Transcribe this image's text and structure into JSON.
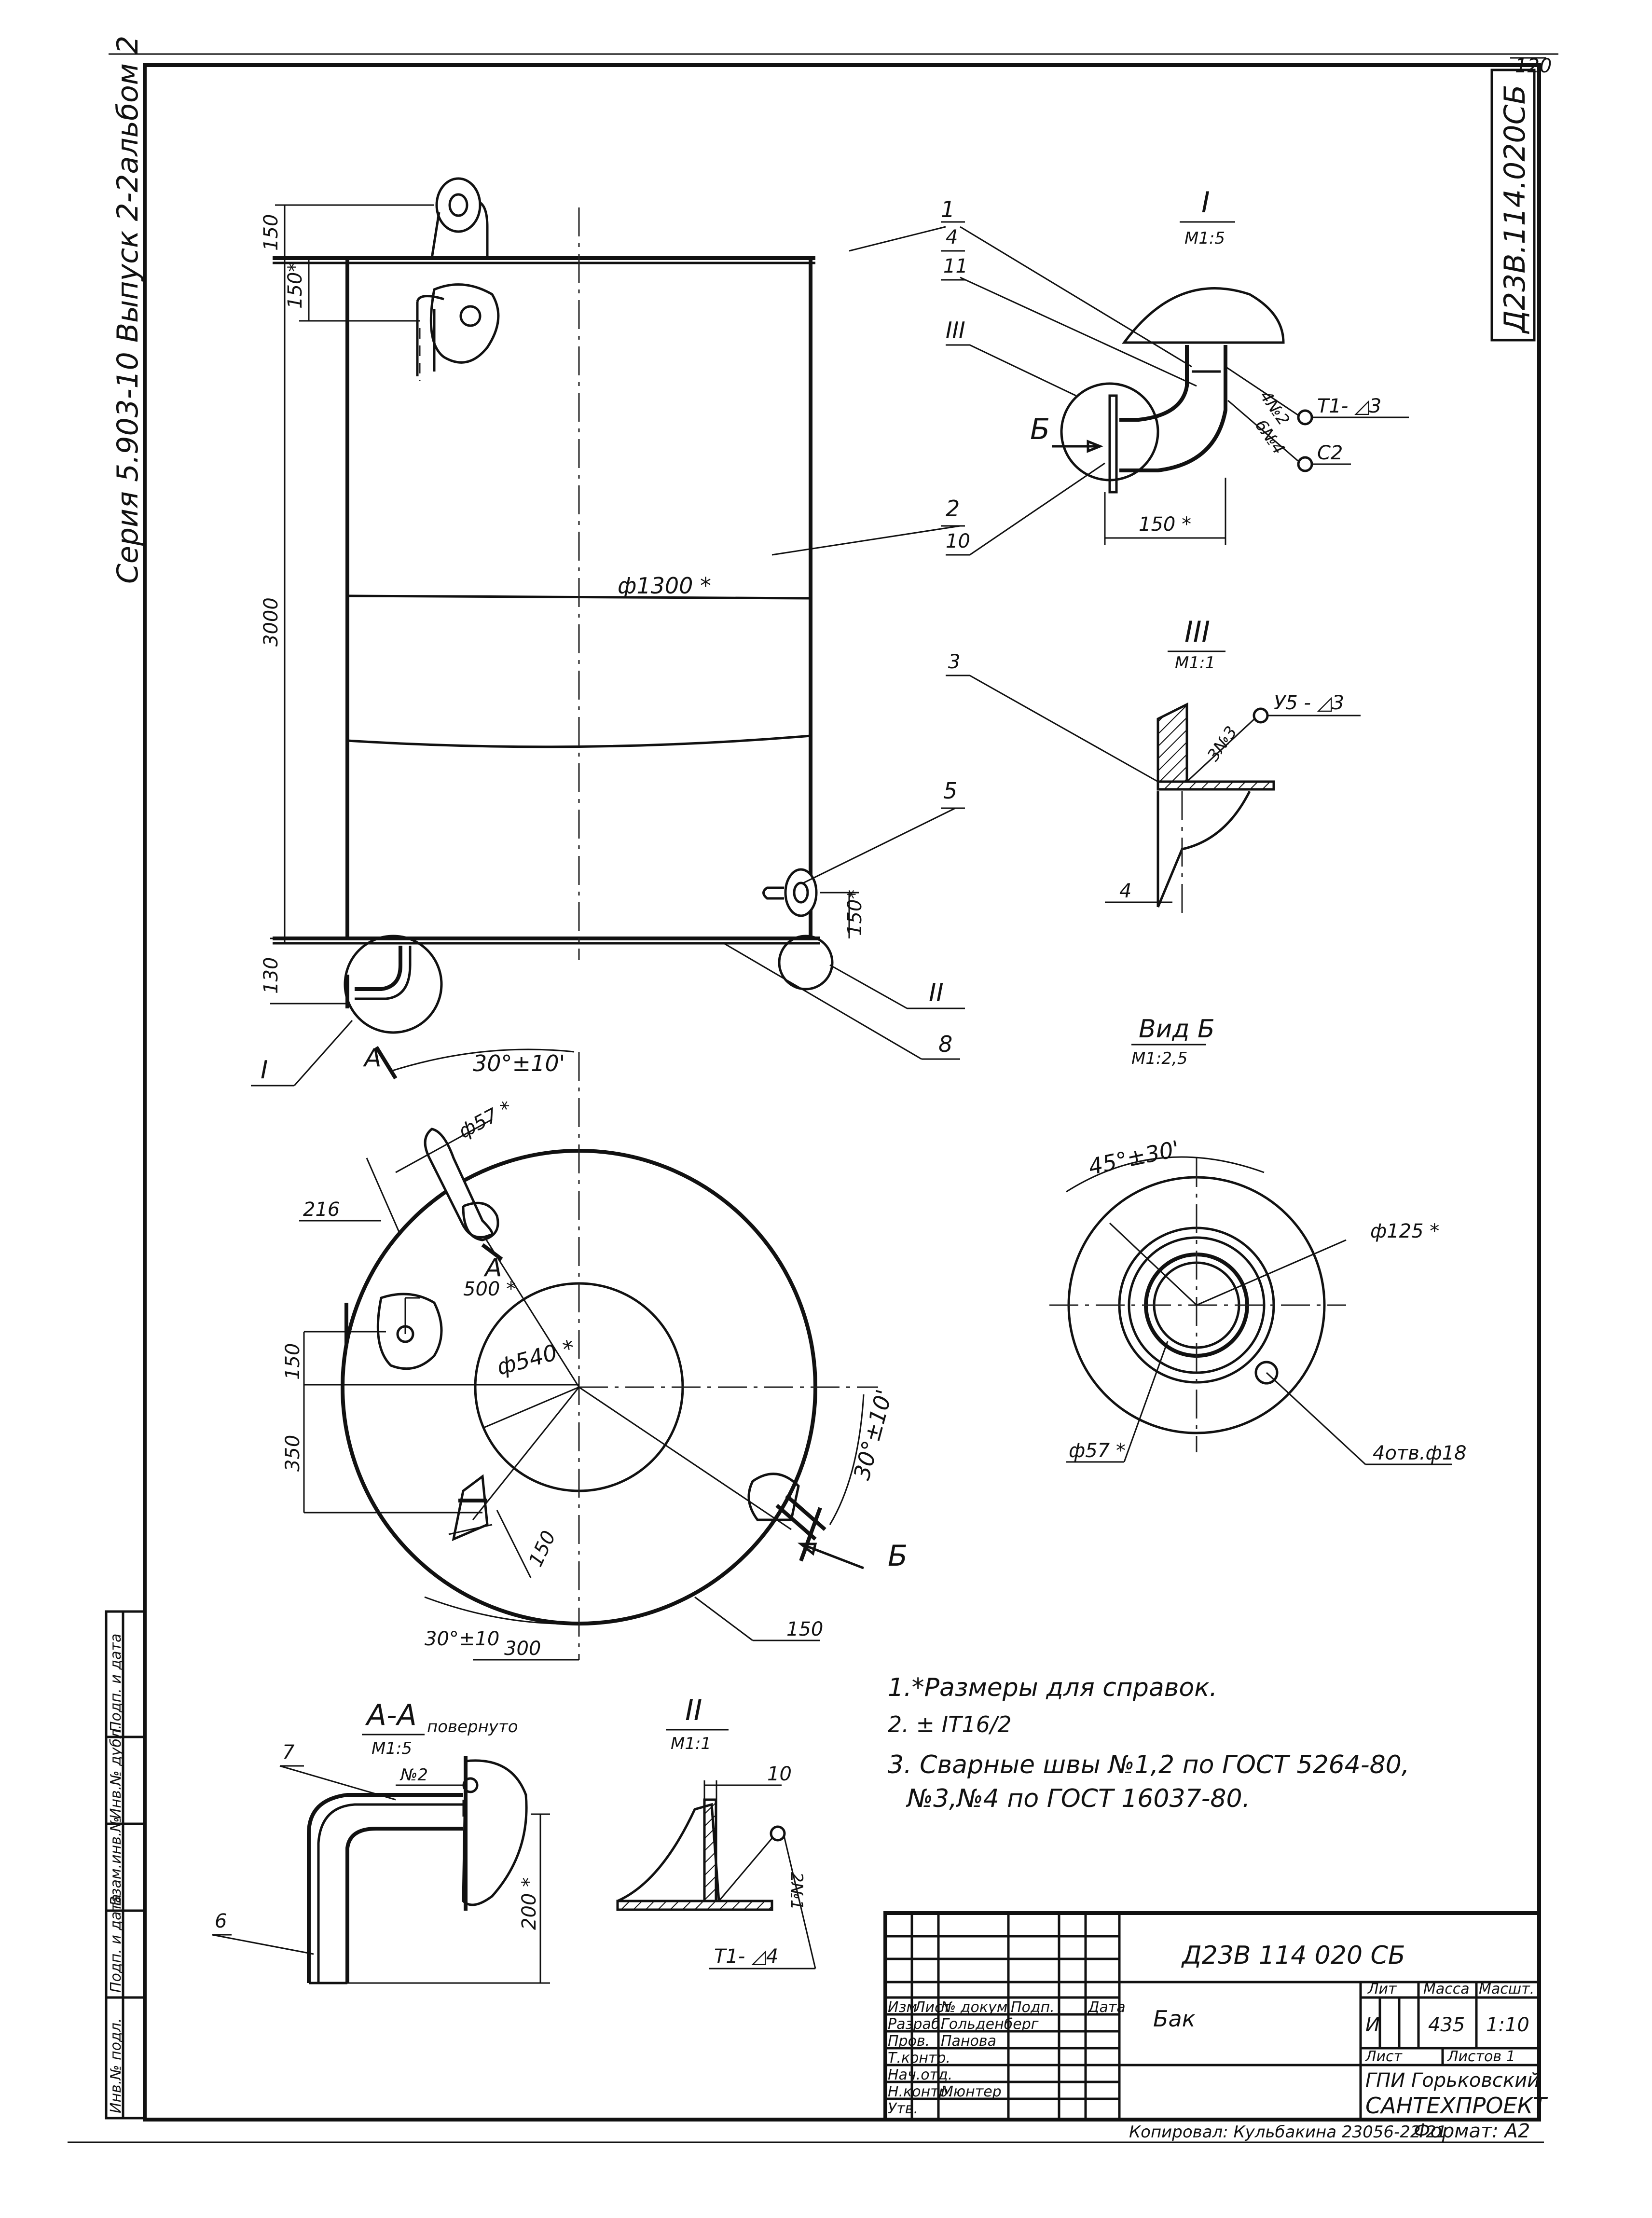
{
  "sheet": {
    "page_number": "120",
    "series_text": "Серия 5.903-10  Выпуск 2-2альбом 2",
    "doc_code_vertical": "Д23В.114.020СБ",
    "format": "Формат: А2",
    "copied_by": "Копировал: Кульбакина 23056-22  21"
  },
  "main_view": {
    "callouts": [
      "1",
      "4",
      "11",
      "III",
      "2",
      "10",
      "3",
      "5",
      "II",
      "8",
      "I"
    ],
    "dims": {
      "top_150": "150",
      "top_150_ref": "150*",
      "height_3000": "3000",
      "diameter": "ф1300 *",
      "bottom_130": "130",
      "side_150_ref": "150*"
    }
  },
  "detail_I": {
    "title": "I",
    "scale": "М1:5",
    "label_B": "Б",
    "dim": "150 *",
    "weld_marks": [
      "4№2",
      "6№4"
    ],
    "weld_symbols": [
      "Т1-  ◿3",
      "С2"
    ],
    "callouts": [
      "1",
      "4",
      "11",
      "III",
      "2",
      "10"
    ]
  },
  "detail_III": {
    "title": "III",
    "scale": "М1:1",
    "callout": "3",
    "part": "4",
    "weld_mark": "3№3",
    "weld_symbol": "У5 - ◿3"
  },
  "view_B": {
    "title": "Вид Б",
    "scale": "М1:2,5",
    "angle": "45°±30'",
    "dims": [
      "ф125 *",
      "ф57 *",
      "4отв.ф18"
    ]
  },
  "plan_view": {
    "section_marks": [
      "А",
      "А"
    ],
    "callout_I": "I",
    "angle_top": "30°±10'",
    "angle_right": "30°±10'",
    "angle_bottom": "30°±10",
    "dims": {
      "d57": "ф57 *",
      "d216": "216",
      "r500": "500 *",
      "d540": "ф540 *",
      "d150_left": "150",
      "d350": "350",
      "d150_diag": "150",
      "d300": "300",
      "d150_bottom": "150"
    },
    "view_arrow": "Б"
  },
  "section_AA": {
    "title": "А-А",
    "rotated_note": "повернуто",
    "scale": "М1:5",
    "callouts": [
      "7",
      "6"
    ],
    "weld_mark": "№2",
    "dim": "200 *"
  },
  "detail_II": {
    "title": "II",
    "scale": "М1:1",
    "dim": "10",
    "weld_mark": "2№1",
    "weld_symbol": "Т1-  ◿4"
  },
  "notes": [
    "1.*Размеры для справок.",
    "2.  ±  IT16/2",
    "3. Сварные  швы №1,2  по ГОСТ 5264-80,",
    "№3,№4  по ГОСТ 16037-80."
  ],
  "title_block": {
    "designation": "Д23В 114 020 СБ",
    "name": "Бак",
    "headers": [
      "Изм",
      "Лист",
      "№ докум",
      "Подп.",
      "Дата"
    ],
    "rows": [
      {
        "role": "Разраб.",
        "name": "Гольденберг"
      },
      {
        "role": "Пров.",
        "name": "Панова"
      },
      {
        "role": "Т.контр.",
        "name": ""
      },
      {
        "role": "Нач.отд.",
        "name": ""
      },
      {
        "role": "Н.контр.",
        "name": "Мюнтер"
      },
      {
        "role": "Утв.",
        "name": ""
      }
    ],
    "lit_label": "Лит",
    "mass_label": "Масса",
    "scale_label": "Масшт.",
    "lit_value": "И",
    "mass_value": "435",
    "scale_value": "1:10",
    "sheet_label": "Лист",
    "sheets_label": "Листов 1",
    "org_line1": "ГПИ  Горьковский",
    "org_line2": "САНТЕХПРОЕКТ"
  },
  "side_stamp": {
    "labels": [
      "Инв.№ подл.",
      "Подп. и дата",
      "Взам.инв.№",
      "Инв.№ дубл.",
      "Подп. и дата"
    ]
  }
}
